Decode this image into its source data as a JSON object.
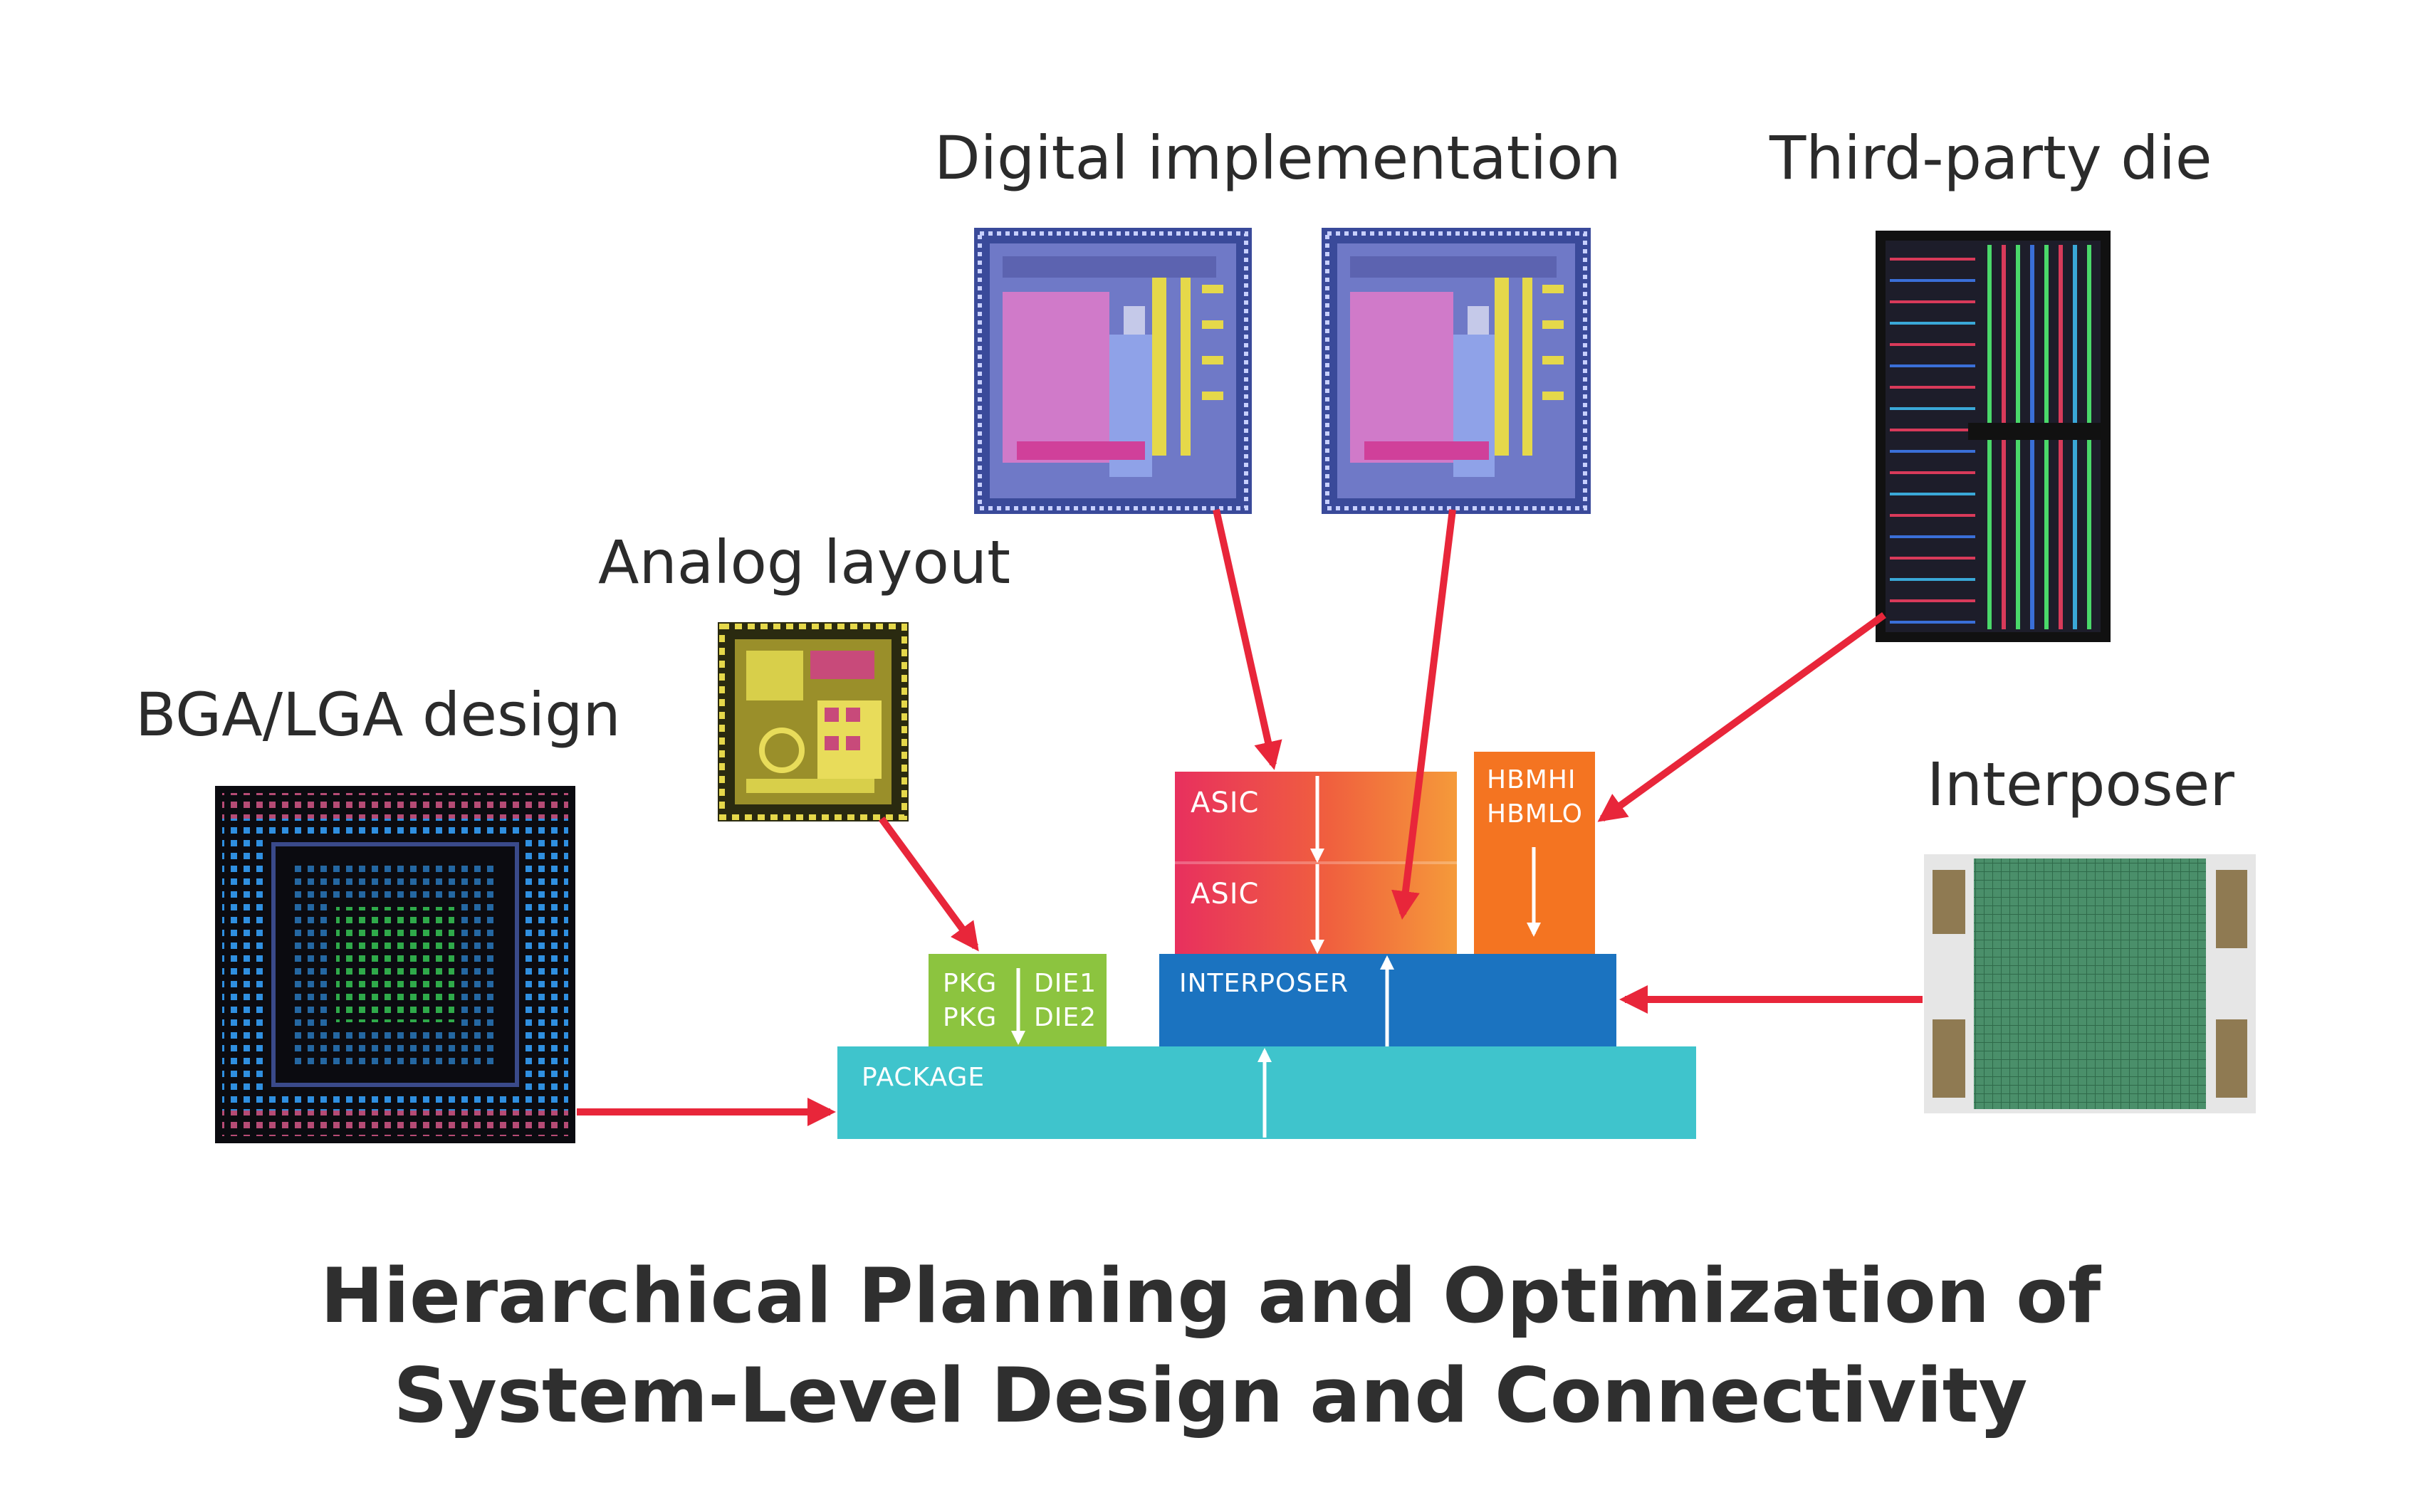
{
  "labels": {
    "digital": "Digital implementation",
    "third_party": "Third-party die",
    "analog": "Analog layout",
    "bga": "BGA/LGA design",
    "interposer": "Interposer"
  },
  "blocks": {
    "asic_top": "ASIC",
    "asic_bottom": "ASIC",
    "hbmhi": "HBMHI",
    "hbmlo": "HBMLO",
    "pkg_1": "PKG",
    "pkg_2": "PKG",
    "die_1": "DIE1",
    "die_2": "DIE2",
    "interposer": "INTERPOSER",
    "package": "PACKAGE"
  },
  "title": {
    "line1": "Hierarchical Planning and Optimization of",
    "line2": "System-Level Design and Connectivity"
  },
  "colors": {
    "arrow": "#e8263a",
    "asic_from": "#e8305e",
    "asic_to": "#f59a3a",
    "hbm": "#f47421",
    "pkg_die": "#8cc43f",
    "interposer_block": "#1b73c0",
    "package_block": "#3fc4cc"
  }
}
